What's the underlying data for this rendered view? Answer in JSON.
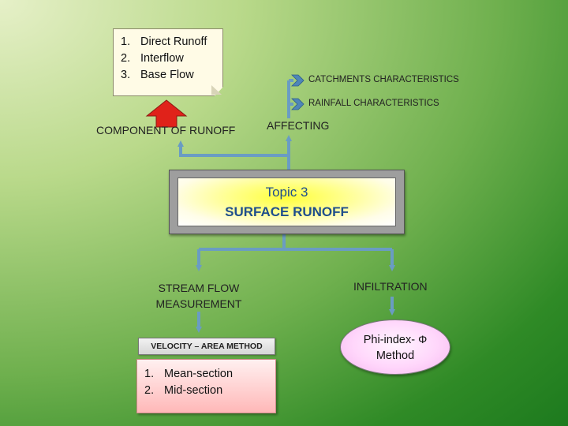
{
  "components": {
    "heading": "COMPONENT OF RUNOFF",
    "items": [
      {
        "num": "1.",
        "label": "Direct Runoff"
      },
      {
        "num": "2.",
        "label": "Interflow"
      },
      {
        "num": "3.",
        "label": "Base Flow"
      }
    ]
  },
  "affecting": {
    "heading": "AFFECTING",
    "items": [
      "CATCHMENTS CHARACTERISTICS",
      "RAINFALL CHARACTERISTICS"
    ]
  },
  "topic": {
    "line1": "Topic 3",
    "line2": "SURFACE RUNOFF"
  },
  "stream_flow": {
    "heading_line1": "STREAM FLOW",
    "heading_line2": "MEASUREMENT",
    "method_header": "VELOCITY – AREA METHOD",
    "items": [
      {
        "num": "1.",
        "label": "Mean-section"
      },
      {
        "num": "2.",
        "label": "Mid-section"
      }
    ]
  },
  "infiltration": {
    "heading": "INFILTRATION",
    "method_line1": "Phi-index-",
    "method_symbol": "Φ",
    "method_line2": "Method"
  },
  "colors": {
    "connector": "#6a9cc3",
    "up_arrow": "#e0221a",
    "topic_text": "#1f4e8c",
    "chevron": "#4f86b8"
  }
}
